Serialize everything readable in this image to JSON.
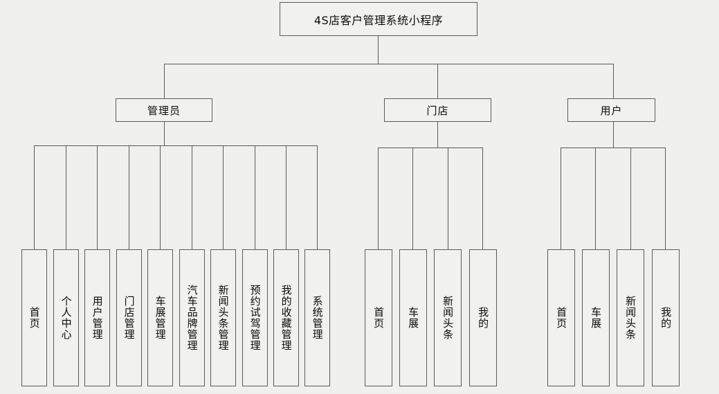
{
  "diagram": {
    "title": "4S店客户管理系统小程序",
    "type": "tree-structure-diagram",
    "background_color": "#f0f0ef",
    "box_border_color": "#5a5a5a",
    "box_fill_color": "#f1f1f0",
    "text_color": "#0a0a0a"
  },
  "root": {
    "label": "4S店客户管理系统小程序"
  },
  "branches": [
    {
      "id": "admin",
      "label": "管理员",
      "children": [
        {
          "label": "首页"
        },
        {
          "label": "个人中心"
        },
        {
          "label": "用户管理"
        },
        {
          "label": "门店管理"
        },
        {
          "label": "车展管理"
        },
        {
          "label": "汽车品牌管理"
        },
        {
          "label": "新闻头条管理"
        },
        {
          "label": "预约试驾管理"
        },
        {
          "label": "我的收藏管理"
        },
        {
          "label": "系统管理"
        }
      ]
    },
    {
      "id": "store",
      "label": "门店",
      "children": [
        {
          "label": "首页"
        },
        {
          "label": "车展"
        },
        {
          "label": "新闻头条"
        },
        {
          "label": "我的"
        }
      ]
    },
    {
      "id": "user",
      "label": "用户",
      "children": [
        {
          "label": "首页"
        },
        {
          "label": "车展"
        },
        {
          "label": "新闻头条"
        },
        {
          "label": "我的"
        }
      ]
    }
  ]
}
